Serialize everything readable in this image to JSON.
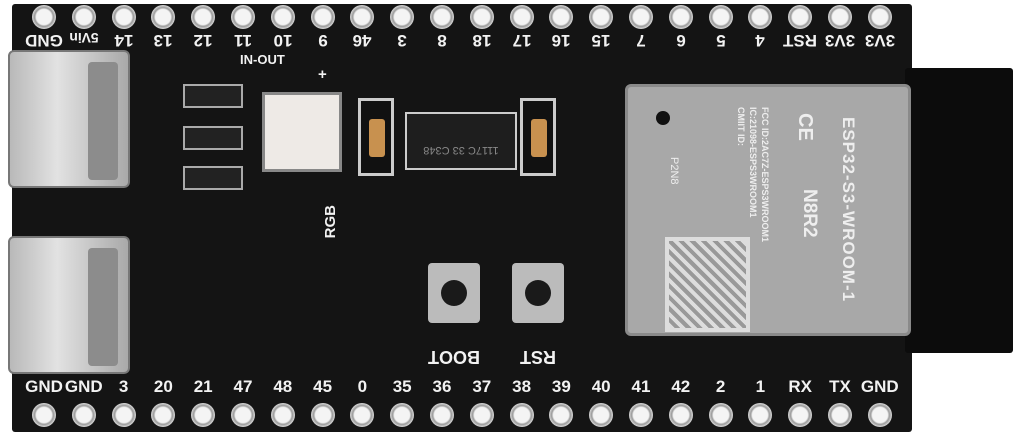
{
  "board": {
    "top_pins": [
      "GND",
      "5Vin",
      "14",
      "13",
      "12",
      "11",
      "10",
      "9",
      "46",
      "3",
      "8",
      "18",
      "17",
      "16",
      "15",
      "7",
      "6",
      "5",
      "4",
      "RST",
      "3V3",
      "3V3"
    ],
    "bottom_pins": [
      "GND",
      "GND",
      "3",
      "20",
      "21",
      "47",
      "48",
      "45",
      "0",
      "35",
      "36",
      "37",
      "38",
      "39",
      "40",
      "41",
      "42",
      "2",
      "1",
      "RX",
      "TX",
      "GND"
    ],
    "silkscreen": {
      "in_out": "IN-OUT",
      "plus": "+",
      "rgb": "RGB",
      "boot": "BOOT",
      "rst": "RST"
    },
    "regulator_marking": "1117C 33 C348",
    "module": {
      "name": "ESP32-S3-WROOM-1",
      "variant": "N8R2",
      "fcc": "FCC ID:2AC7Z-ESPS3WROOM1",
      "ic": "IC:21098-ESPS3WROOM1",
      "cmiit": "CMIIT ID:",
      "code": "P2N8",
      "ce": "CE"
    }
  }
}
